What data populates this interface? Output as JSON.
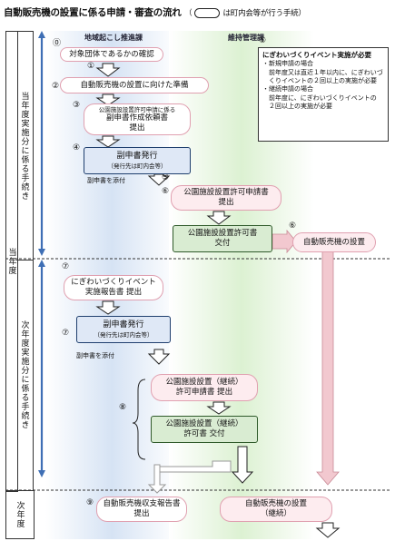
{
  "title": {
    "main": "自動販売機の設置に係る申請・審査の流れ",
    "legend": "は町内会等が行う手続"
  },
  "columns": {
    "left": "地域起こし推進課",
    "right": "維持管理課"
  },
  "phases": {
    "current_year": "当年度",
    "current_year_procedures": "当年度実施分に係る手続き",
    "next_year_procedures": "次年度実施分に係る手続き",
    "next_year": "次年度"
  },
  "numbers": {
    "n0": "⓪",
    "n1a": "①",
    "n1b": "①",
    "n2": "②",
    "n3": "③",
    "n4": "④",
    "n5": "⑤",
    "n6a": "⑥",
    "n6b": "⑥",
    "n7a": "⑦",
    "n7b": "⑦",
    "n8": "⑧",
    "n9": "⑨"
  },
  "steps": {
    "s0": "対象団体であるかの確認",
    "s2": "自動販売機の設置に向けた準備",
    "s3_small": "公園施設設置許可申請に係る",
    "s3_main": "副申書作成依頼書",
    "s3_sub": "提出",
    "s4_main": "副申書発行",
    "s4_small": "（発行先は町内会等）",
    "attach1": "副申書を添付",
    "s6_main": "公園施設設置許可申請書",
    "s6_sub": "提出",
    "s6g_main": "公園施設設置許可書",
    "s6g_sub": "交付",
    "install": "自動販売機の設置",
    "s7_main": "にぎわいづくりイベント",
    "s7_sub": "実施報告書 提出",
    "s7b_main": "副申書発行",
    "s7b_small": "（発行先は町内会等）",
    "attach2": "副申書を添付",
    "s8_main": "公園施設設置（継続）",
    "s8_sub": "許可申請書 提出",
    "s8g_main": "公園施設設置（継続）",
    "s8g_sub": "許可書 交付",
    "s9_main": "自動販売機収支報告書",
    "s9_sub": "提出",
    "install_cont_main": "自動販売機の設置",
    "install_cont_sub": "（継続）"
  },
  "note": {
    "heading": "にぎわいづくりイベント実施が必要",
    "lines": [
      "・新規申請の場合",
      "　前年度又は直近１年以内に、にぎわいづ",
      "　くりイベントの２回以上の実施が必要",
      "・継続申請の場合",
      "　前年度に、にぎわいづくりイベントの",
      "　２回以上の実施が必要"
    ]
  },
  "colors": {
    "left_band": "#dbe6f5",
    "right_band": "#dff2d8",
    "arrow_blue": "#3f6fb5",
    "pink_arrow": "#f2c8cf",
    "box_blue_border": "#1f3f6e",
    "box_green_border": "#2f5a2a"
  }
}
